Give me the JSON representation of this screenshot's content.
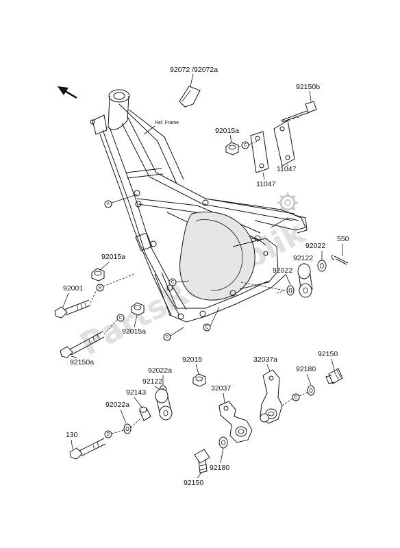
{
  "watermark": "PartsRepublik",
  "ref_frame_label": "Ref. Frame",
  "markers": {
    "A": "A",
    "B": "B",
    "C": "C",
    "D": "D",
    "E": "E"
  },
  "part_labels": {
    "p92072": "92072 /92072a",
    "p92150b": "92150b",
    "p92015a_top": "92015a",
    "p11047_right": "11047",
    "p11047_left": "11047",
    "p550": "550",
    "p92022_upper": "92022",
    "p92122_upper": "92122",
    "p92022_lower": "92022",
    "p92015a_left": "92015a",
    "p92001": "92001",
    "p92015a_mid": "92015a",
    "p92150a": "92150a",
    "p92015": "92015",
    "p92022a_upper": "92022a",
    "p92122_lower": "92122",
    "p92143": "92143",
    "p92022a_lower": "92022a",
    "p130": "130",
    "p32037a": "32037a",
    "p92150_right": "92150",
    "p92180_upper": "92180",
    "p32037": "32037",
    "p92180_lower": "92180",
    "p92150_lower": "92150"
  },
  "icons": {
    "direction": "front-direction-arrow-icon",
    "gear": "gear-icon"
  }
}
